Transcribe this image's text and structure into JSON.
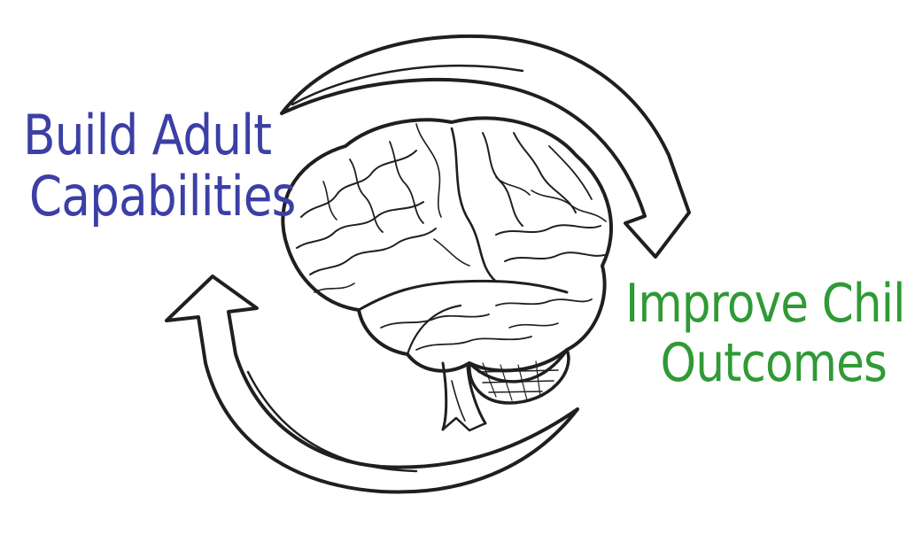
{
  "labels": {
    "build": {
      "line1": "Build Adult",
      "line2": "Capabilities",
      "color": "#3b3fa6"
    },
    "improve": {
      "line1": "Improve Child",
      "line2": "Outcomes",
      "color": "#2f9a36"
    }
  },
  "illustration": {
    "center_icon": "brain-icon",
    "arrow_icons": [
      "cycle-arrow-top-icon",
      "cycle-arrow-bottom-icon"
    ],
    "stroke_color": "#1f1f1f"
  }
}
